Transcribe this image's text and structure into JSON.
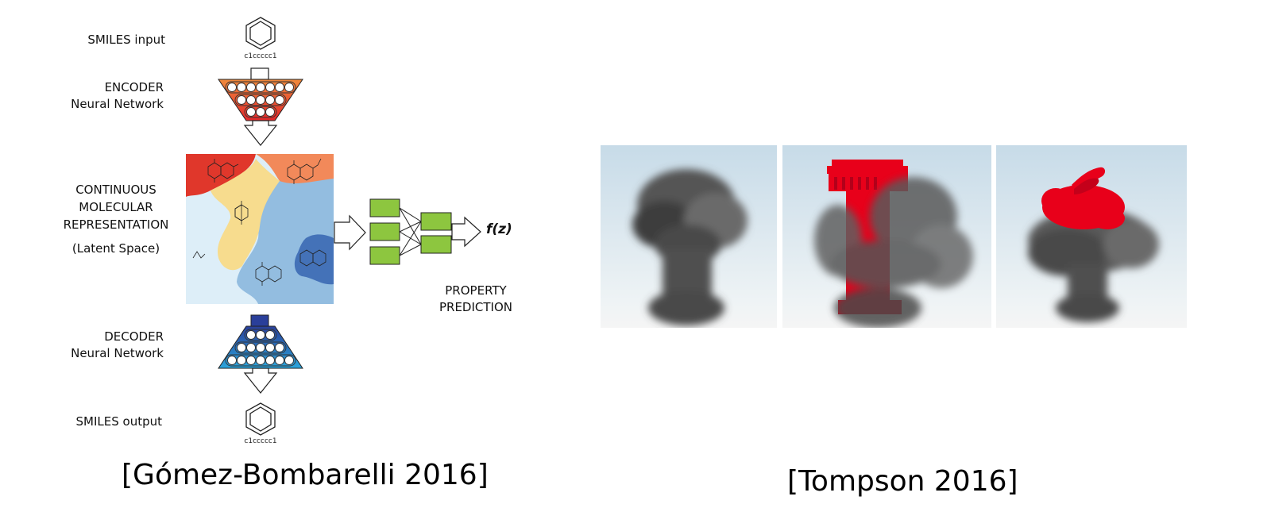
{
  "left_figure": {
    "smiles_input_label": "SMILES input",
    "smiles_input_string": "c1ccccc1",
    "encoder_label_1": "ENCODER",
    "encoder_label_2": "Neural Network",
    "latent_label_1": "CONTINUOUS",
    "latent_label_2": "MOLECULAR",
    "latent_label_3": "REPRESENTATION",
    "latent_label_4": "(Latent Space)",
    "decoder_label_1": "DECODER",
    "decoder_label_2": "Neural Network",
    "smiles_output_label": "SMILES output",
    "smiles_output_string": "c1ccccc1",
    "function_label": "f(z)",
    "property_label_1": "PROPERTY",
    "property_label_2": "PREDICTION",
    "caption": "[Gómez-Bombarelli 2016]",
    "colors": {
      "encoder_top": "#f08a3c",
      "encoder_bottom": "#e3262a",
      "decoder_top": "#2a3f9a",
      "decoder_bottom": "#2ba6dc",
      "predictor_box": "#8dc63f",
      "latent_red": "#e0372b",
      "latent_orange": "#f2895a",
      "latent_yellow": "#f7dc8e",
      "latent_lightblue": "#93bde0",
      "latent_paleblue": "#ddeef8",
      "latent_darkblue": "#4472b8"
    }
  },
  "right_figure": {
    "caption": "[Tompson 2016]",
    "panels": [
      {
        "name": "smoke-plume"
      },
      {
        "name": "smoke-with-red-tower"
      },
      {
        "name": "smoke-with-red-bunny"
      }
    ],
    "colors": {
      "sky": "#cfe0ea",
      "smoke": "#555555",
      "obstacle": "#e8001a"
    }
  }
}
